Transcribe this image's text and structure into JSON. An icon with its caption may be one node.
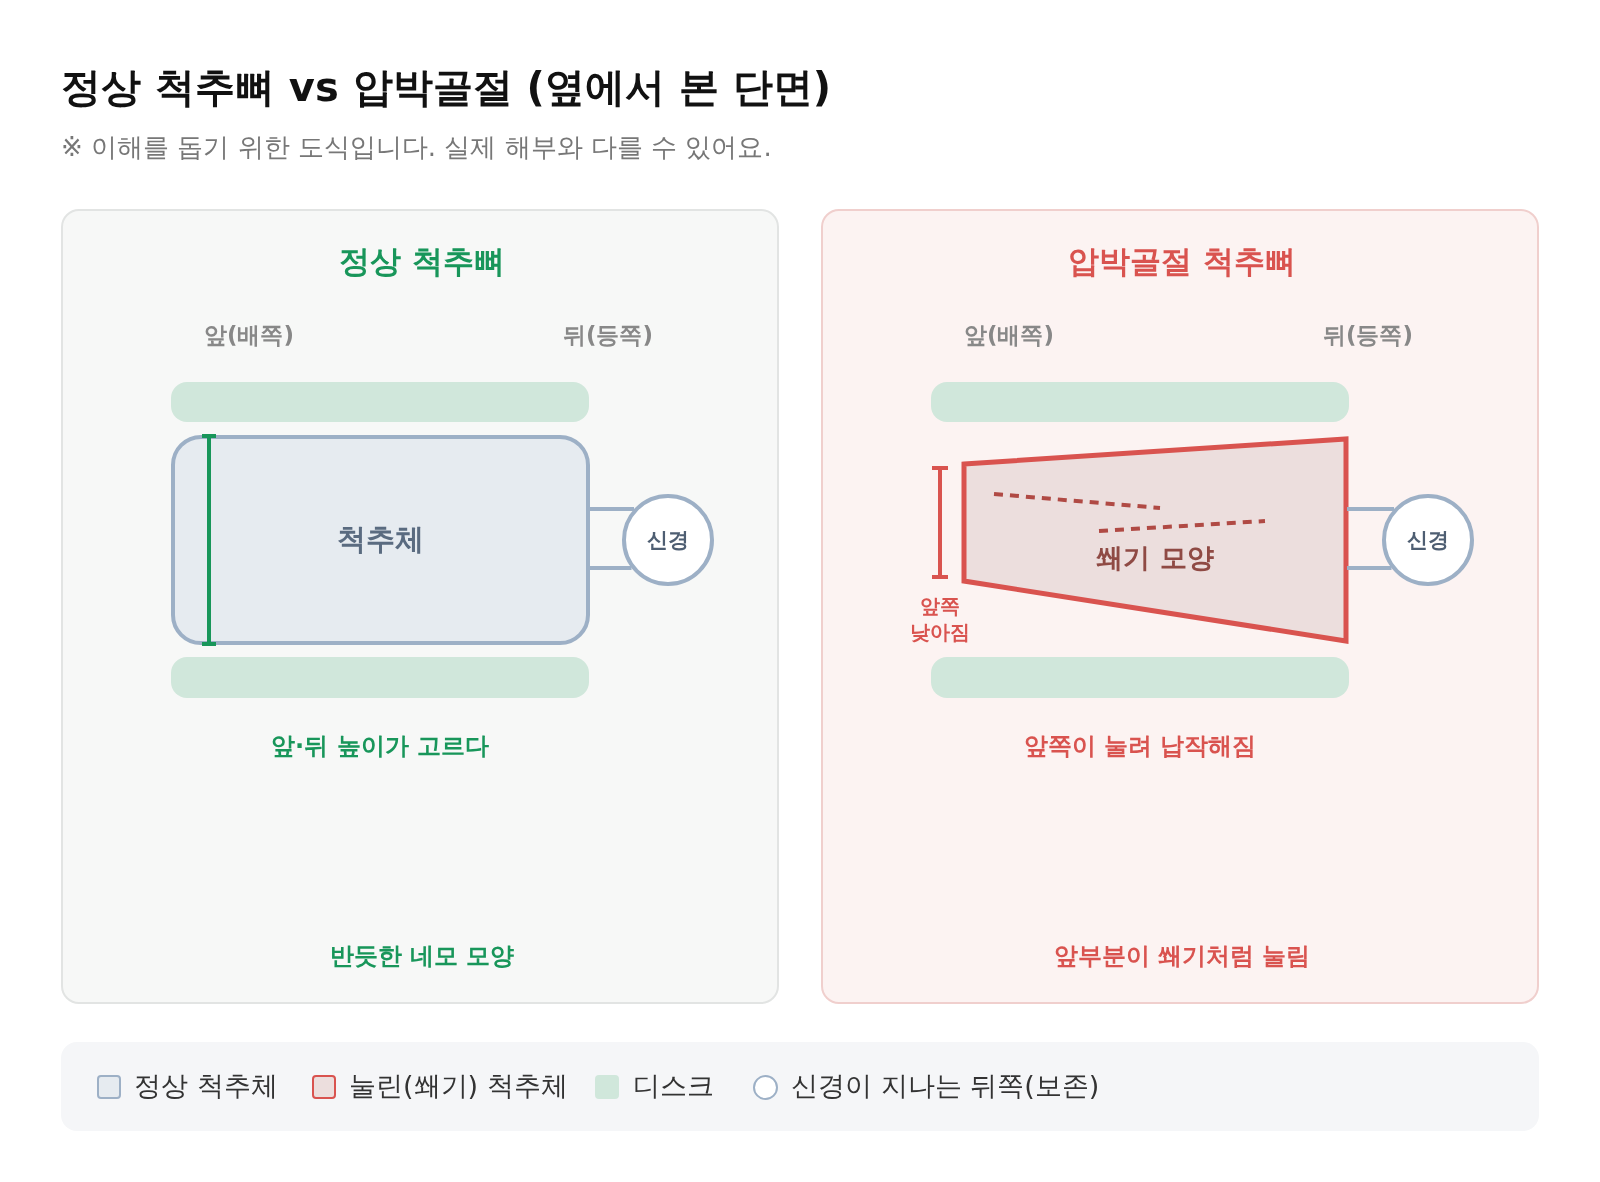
{
  "diagram": {
    "title": "정상 척추뼈 vs 압박골절 (옆에서 본 단면)",
    "caption": "※ 이해를 돕기 위한 도식입니다. 실제 해부와 다를 수 있어요.",
    "nodes": [
      {
        "text": [
          "정상 척추뼈",
          "앞·뒤 높이가 고르다",
          "반듯한 네모 모양"
        ]
      },
      {
        "text": [],
        "shape": "bar",
        "in": 0
      },
      {
        "text": [
          "척추체"
        ],
        "in": 0
      },
      {
        "text": [],
        "shape": "bar",
        "in": 0
      },
      {
        "text": [
          "신경"
        ],
        "in": 0
      },
      {
        "text": [
          "압박골절 척추뼈",
          "앞쪽이 눌려 납작해짐",
          "앞부분이 쐐기처럼 눌림"
        ]
      },
      {
        "text": [],
        "shape": "bar",
        "in": 5
      },
      {
        "text": [
          "쐐기 모양"
        ],
        "in": 5,
        "beside": [
          "앞쪽 낮아짐"
        ]
      },
      {
        "text": [],
        "shape": "bar",
        "in": 5
      },
      {
        "text": [
          "신경"
        ],
        "in": 5
      }
    ],
    "edges": [
      {
        "from": 2,
        "to": 4,
        "arrow": "none"
      },
      {
        "from": 2,
        "to": 4,
        "arrow": "none"
      },
      {
        "from": 7,
        "to": 9,
        "arrow": "none"
      },
      {
        "from": 7,
        "to": 9,
        "arrow": "none"
      }
    ],
    "labels": [
      "앞(배쪽)",
      "뒤(등쪽)",
      "앞(배쪽)",
      "뒤(등쪽)"
    ],
    "legend": [
      {
        "text": "정상 척추체",
        "color": "#e6ebf0"
      },
      {
        "text": "눌린(쐐기) 척추체",
        "color": "#ecdedd"
      },
      {
        "text": "디스크",
        "color": "#d0e7db"
      },
      {
        "text": "신경이 지나는 뒤쪽(보존)"
      }
    ]
  }
}
